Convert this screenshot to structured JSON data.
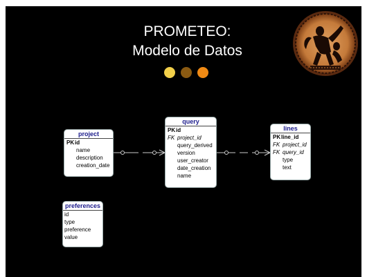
{
  "title": {
    "line1": "PROMETEO:",
    "line2": "Modelo de Datos"
  },
  "dots": [
    {
      "name": "yellow-dot",
      "color": "#f2d04a"
    },
    {
      "name": "brown-dot",
      "color": "#8a5a12"
    },
    {
      "name": "orange-dot",
      "color": "#f08a14"
    }
  ],
  "colors": {
    "background": "#000000",
    "entity_header": "#1a1a8a",
    "connector": "#cccccc"
  },
  "emblem": "greek-pottery-plate-icon",
  "entities": {
    "project": {
      "title": "project",
      "pk": {
        "key": "PK",
        "name": "id"
      },
      "fields": [
        "name",
        "description",
        "creation_date"
      ]
    },
    "query": {
      "title": "query",
      "pk": {
        "key": "PK",
        "name": "id"
      },
      "fk": {
        "key": "FK",
        "name": "project_id"
      },
      "fields": [
        "query_derived",
        "version",
        "user_creator",
        "date_creation",
        "name"
      ]
    },
    "lines": {
      "title": "lines",
      "pk": {
        "key": "PK",
        "name": "line_id"
      },
      "fks": [
        {
          "key": "FK",
          "name": "project_id"
        },
        {
          "key": "FK",
          "name": "query_id"
        }
      ],
      "fields": [
        "type",
        "text"
      ]
    },
    "preferences": {
      "title": "preferences",
      "fields": [
        "id",
        "type",
        "preference",
        "value"
      ]
    }
  },
  "relations": [
    {
      "from": "project",
      "to": "query",
      "type": "one-to-many"
    },
    {
      "from": "query",
      "to": "lines",
      "type": "one-to-many"
    }
  ]
}
